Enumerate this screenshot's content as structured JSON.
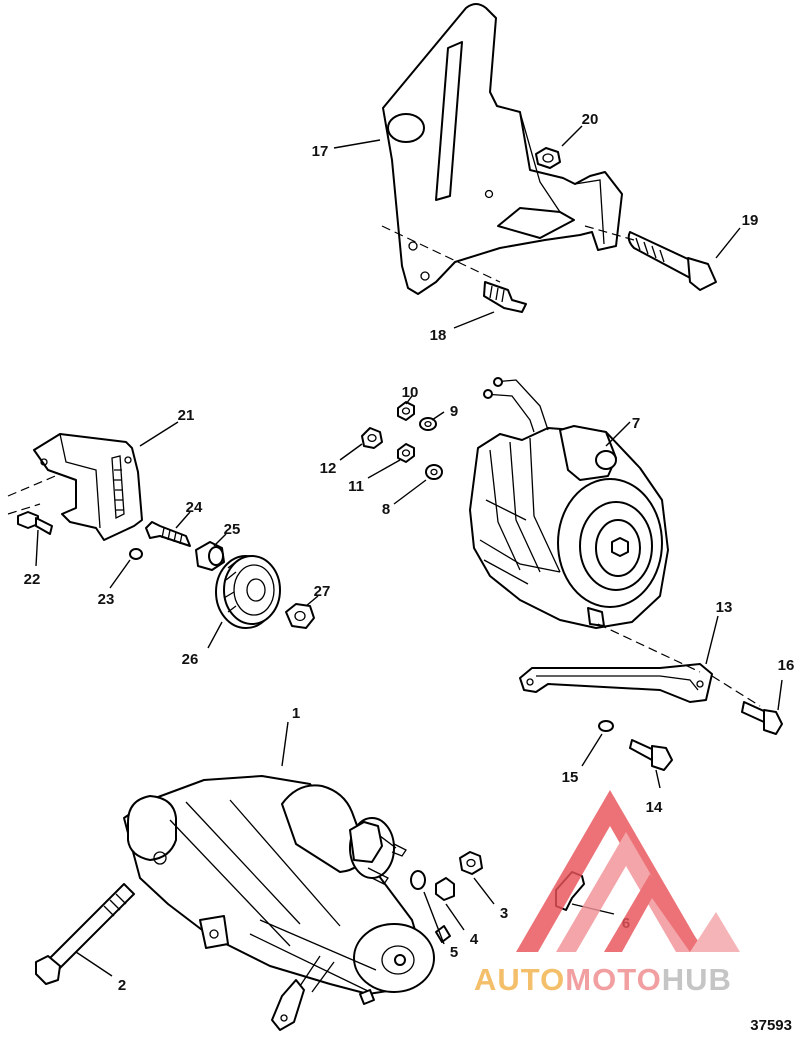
{
  "diagram": {
    "reference_number": "37593",
    "callouts": [
      "1",
      "2",
      "3",
      "4",
      "5",
      "6",
      "7",
      "8",
      "9",
      "10",
      "11",
      "12",
      "13",
      "14",
      "15",
      "16",
      "17",
      "18",
      "19",
      "20",
      "21",
      "22",
      "23",
      "24",
      "25",
      "26",
      "27"
    ]
  },
  "watermark": {
    "text_part1": "AUTO",
    "text_part2": "MOTO",
    "text_part3": "HUB",
    "colors": {
      "orange": "#f2b24a",
      "red": "#e8545a",
      "gray": "#b9b9b9",
      "logo_red": "#e23a3f"
    }
  }
}
